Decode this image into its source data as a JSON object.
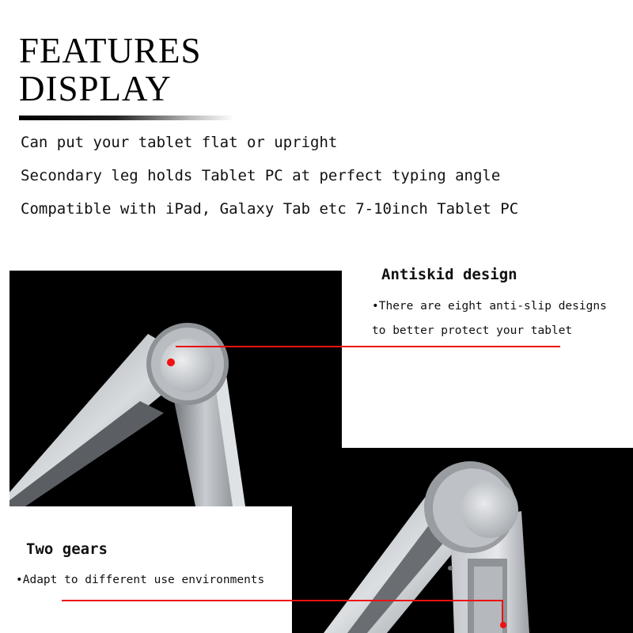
{
  "header": {
    "title_line1": "FEATURES",
    "title_line2": "DISPLAY"
  },
  "features": [
    "Can put your tablet flat or upright",
    "Secondary leg holds Tablet PC at perfect typing angle",
    "Compatible with iPad, Galaxy Tab etc 7-10inch Tablet PC"
  ],
  "callouts": {
    "antiskid": {
      "title": "Antiskid design",
      "line1": "•There are eight anti-slip designs",
      "line2": " to better protect your tablet"
    },
    "gears": {
      "title": "Two gears",
      "line1": "•Adapt to different use environments"
    }
  },
  "colors": {
    "leader_line": "#ee1111",
    "photo_background": "#000000",
    "metal": "#b8bcc0"
  }
}
